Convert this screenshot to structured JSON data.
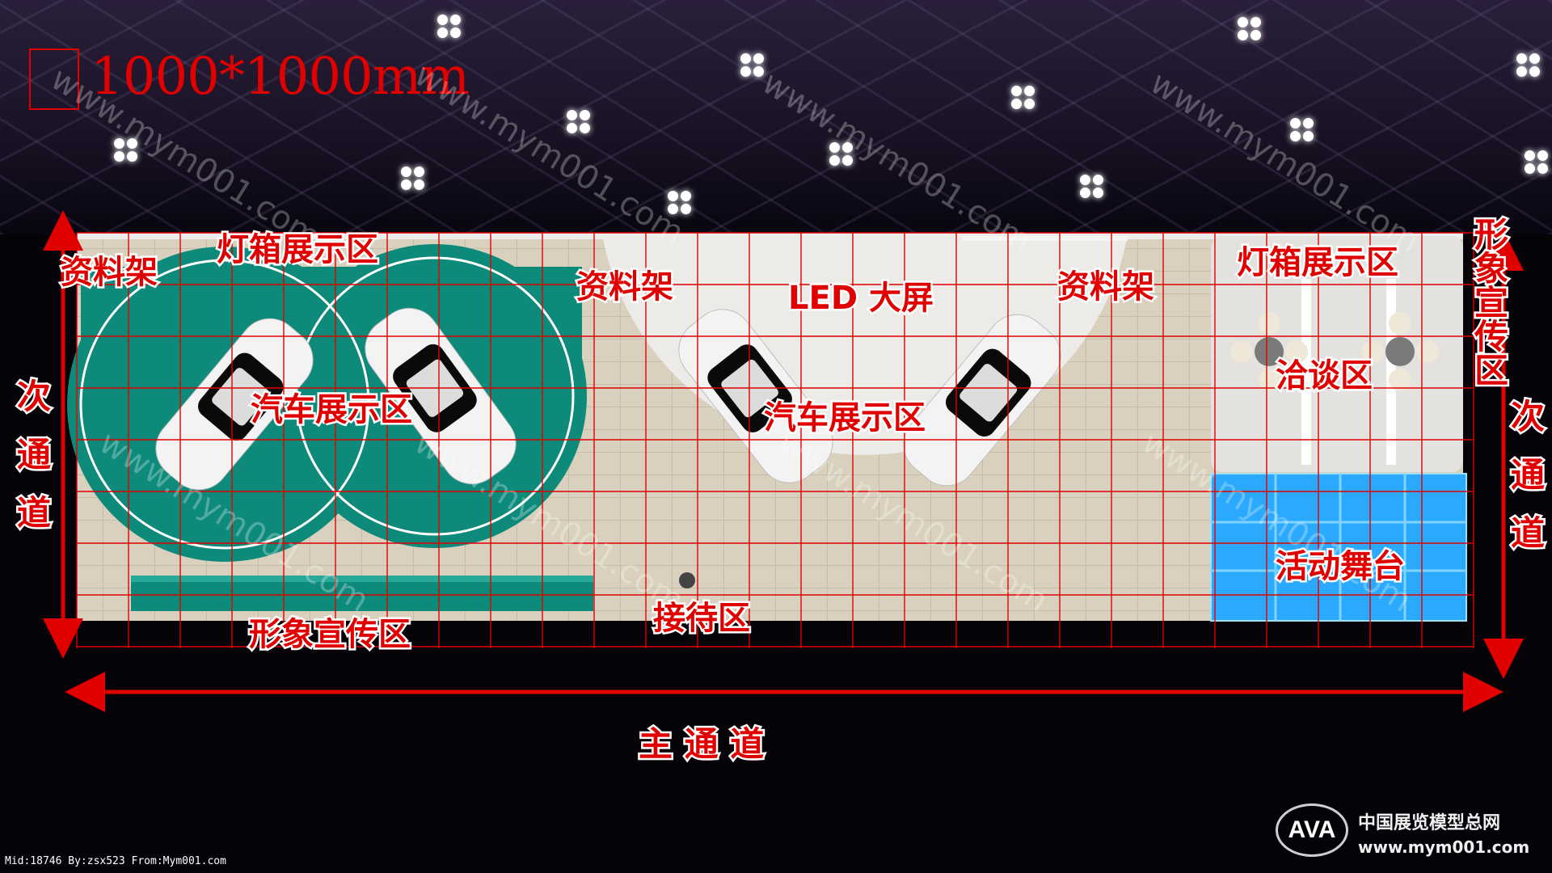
{
  "scale": {
    "label": "1000*1000mm"
  },
  "zones": {
    "brochure_rack": "资料架",
    "lightbox_area": "灯箱展示区",
    "led_screen": "LED 大屏",
    "car_display": "汽车展示区",
    "negotiation": "洽谈区",
    "brand_promo": "形象宣传区",
    "reception": "接待区",
    "event_stage": "活动舞台"
  },
  "aisles": {
    "secondary": "次通道",
    "main": "主 通 道"
  },
  "watermark": "www.mym001.com",
  "footer": {
    "credit": "Mid:18746 By:zsx523 From:Mym001.com",
    "logo_mark": "AVA",
    "logo_name": "中国展览模型总网",
    "logo_url": "www.mym001.com"
  },
  "colors": {
    "label_red": "#e00000",
    "teal_platform": "#0d8a7a",
    "floor_tile": "#d9d1be",
    "stage_blue": "#2aa9ff"
  }
}
